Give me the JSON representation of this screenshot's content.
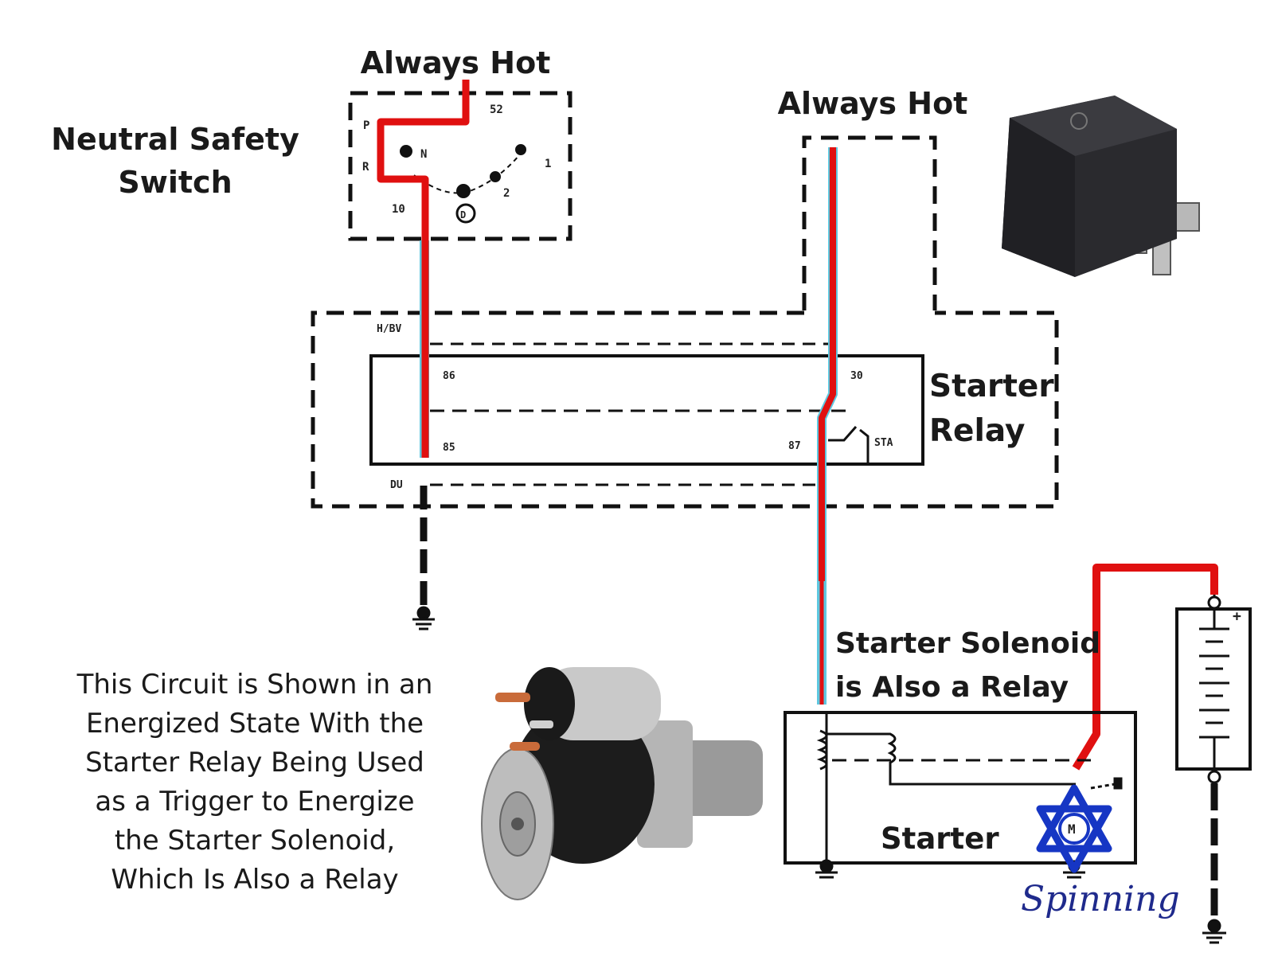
{
  "labels": {
    "always_hot_left": "Always Hot",
    "always_hot_right": "Always Hot",
    "neutral_safety_switch": "Neutral Safety\nSwitch",
    "starter_relay": "Starter\nRelay",
    "starter_solenoid": "Starter Solenoid\nis Also a Relay",
    "starter": "Starter",
    "spinning": "Spinning"
  },
  "switch_markings": [
    "P",
    "R",
    "N",
    "D",
    "2",
    "1",
    "10",
    "52"
  ],
  "relay_markings": [
    "86",
    "85",
    "30",
    "87",
    "STA",
    "DU",
    "H/BV"
  ],
  "motor_symbol": "M",
  "battery_marking": "+",
  "description": "This Circuit  is Shown in an\nEnergized State With the\nStarter Relay Being Used\nas a Trigger to Energize\nthe Starter Solenoid,\nWhich Is Also a Relay",
  "colors": {
    "energized_wire": "#e01010",
    "wire_halo": "#5ec8e0",
    "ground_wire": "#111111",
    "motor_star": "#1636c4",
    "handwriting": "#1f2a8c"
  },
  "icons": [
    "relay-photo-icon",
    "starter-motor-photo-icon",
    "ground-symbol-icon",
    "battery-symbol-icon",
    "motor-star-icon"
  ]
}
